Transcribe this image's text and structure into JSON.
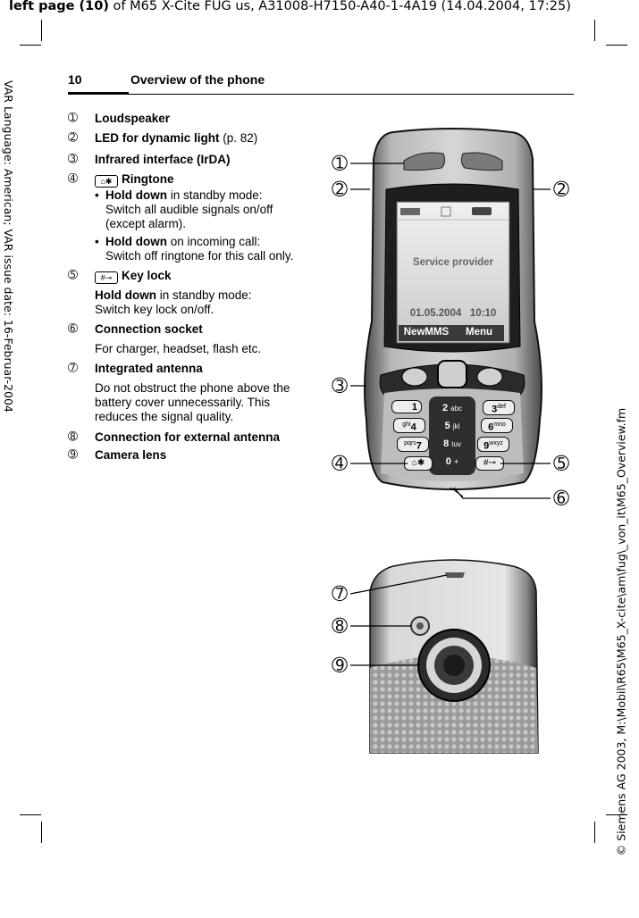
{
  "print_header": {
    "bold": "left page (10)",
    "rest": " of M65 X-Cite FUG us, A31008-H7150-A40-1-4A19 (14.04.2004, 17:25)"
  },
  "side_left": "VAR Language: American; VAR issue date: 16-Februar-2004",
  "side_right": "© Siemens AG 2003, M:\\Mobil\\R65\\M65_X-cite\\am\\fug\\_von_it\\M65_Overview.fm",
  "page_header": {
    "number": "10",
    "title": "Overview of the phone"
  },
  "items": [
    {
      "num": "➀",
      "title": "Loudspeaker"
    },
    {
      "num": "➁",
      "title": "LED for dynamic light",
      "suffix": " (p. 82)"
    },
    {
      "num": "➂",
      "title": "Infrared interface (IrDA)"
    },
    {
      "num": "➃",
      "icon": "⌂✱",
      "title": "Ringtone",
      "bullets": [
        {
          "bold": "Hold down",
          "rest": " in standby mode:",
          "lines": [
            "Switch all audible signals on/off",
            "(except alarm)."
          ]
        },
        {
          "bold": "Hold down",
          "rest": " on incoming call:",
          "lines": [
            "Switch off ringtone for this call only."
          ]
        }
      ]
    },
    {
      "num": "➄",
      "icon": "#⊸",
      "title": "Key lock",
      "body_bold": "Hold down",
      "body_rest": " in standby mode:",
      "body_line2": "Switch key lock on/off."
    },
    {
      "num": "➅",
      "title": "Connection socket",
      "body": "For charger, headset, flash etc."
    },
    {
      "num": "➆",
      "title": "Integrated antenna",
      "body_lines": [
        "Do not obstruct the phone above the",
        "battery cover unnecessarily. This",
        "reduces the signal quality."
      ]
    },
    {
      "num": "➇",
      "title": "Connection for external antenna"
    },
    {
      "num": "➈",
      "title": "Camera lens"
    }
  ],
  "phone": {
    "screen_text": "Service provider",
    "date_time": "01.05.2004   10:10",
    "softkey_left": "NewMMS",
    "softkey_right": "Menu",
    "keys": [
      {
        "num": "1",
        "letters": ""
      },
      {
        "num": "2",
        "letters": "abc"
      },
      {
        "num": "3",
        "letters": "def"
      },
      {
        "num": "4",
        "letters": "ghi"
      },
      {
        "num": "5",
        "letters": "jkl"
      },
      {
        "num": "6",
        "letters": "mno"
      },
      {
        "num": "7",
        "letters": "pqrs"
      },
      {
        "num": "8",
        "letters": "tuv"
      },
      {
        "num": "9",
        "letters": "wxyz"
      },
      {
        "num": "0",
        "letters": "+"
      }
    ]
  },
  "callouts": [
    "➀",
    "➁",
    "➁",
    "➂",
    "➃",
    "➄",
    "➅",
    "➆",
    "➇",
    "➈"
  ]
}
